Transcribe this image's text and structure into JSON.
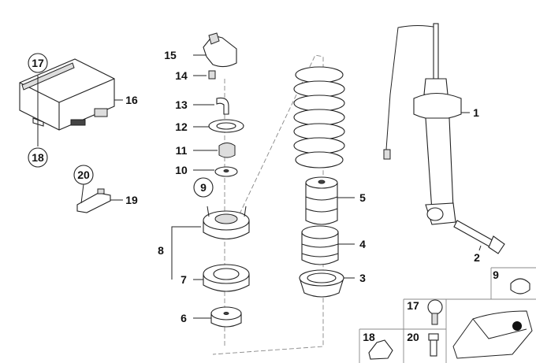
{
  "diagram": {
    "callouts": {
      "p1": "1",
      "p2": "2",
      "p3": "3",
      "p4": "4",
      "p5": "5",
      "p6": "6",
      "p7": "7",
      "p8": "8",
      "p9": "9",
      "p10": "10",
      "p11": "11",
      "p12": "12",
      "p13": "13",
      "p14": "14",
      "p15": "15",
      "p16": "16",
      "p17": "17",
      "p18": "18",
      "p19": "19",
      "p20": "20"
    },
    "inset": {
      "i9": "9",
      "i17": "17",
      "i18": "18",
      "i20": "20"
    }
  }
}
